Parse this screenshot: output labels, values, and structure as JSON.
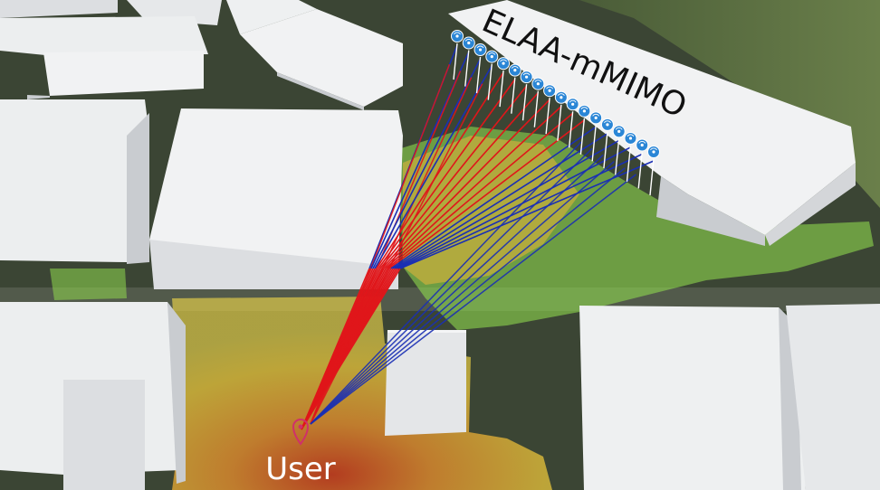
{
  "array_label": "ELAA-mMIMO",
  "user_label": "User",
  "antenna_count": 18,
  "colors": {
    "ground_dark": "#3a4633",
    "ground_mid": "#56644a",
    "field_green": "#4e6b3a",
    "coverage_yellow": "#e8c43a",
    "coverage_orange": "#e08a2c",
    "coverage_green": "#8fd84e",
    "building_top": "#f1f2f3",
    "building_side": "#c9ccd0",
    "building_front": "#dcdee1",
    "antenna_blue": "#2a86d6",
    "ray_red": "#e0161a",
    "ray_blue": "#1a2fb4",
    "user_marker": "#d0306a",
    "label_white": "#ffffff",
    "label_black": "#111111"
  }
}
